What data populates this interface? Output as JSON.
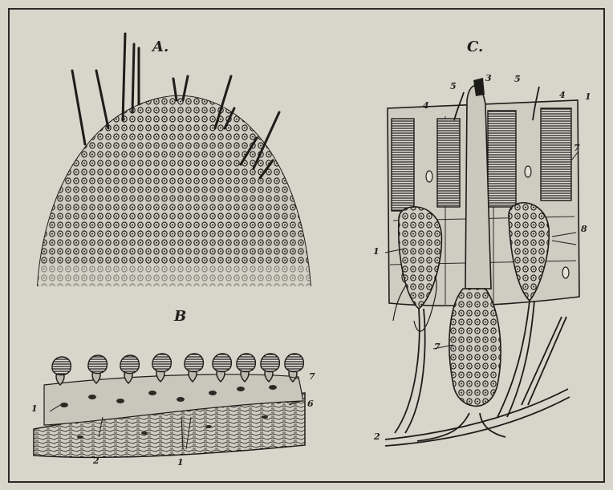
{
  "figure": {
    "panels": {
      "a": {
        "label": "A."
      },
      "b": {
        "label": "B"
      },
      "c": {
        "label": "C."
      }
    },
    "labels_b": [
      "7",
      "6",
      "1",
      "2",
      "1"
    ],
    "labels_c": [
      "5",
      "3",
      "5",
      "4",
      "4",
      "1",
      "7",
      "8",
      "1",
      "7",
      "2"
    ]
  }
}
